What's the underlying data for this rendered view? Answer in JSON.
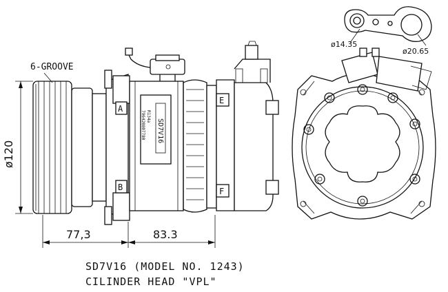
{
  "labels": {
    "groove": "6-GROOVE",
    "diameter": "ø120",
    "dim_left": "77,3",
    "dim_right": "83.3",
    "port_small": "ø14.35",
    "port_large": "ø20.65",
    "plate_model": "SD7V16",
    "plate_refrigerant": "R134a",
    "plate_number": "796420807780",
    "port_a": "A",
    "port_b": "B",
    "port_e": "E",
    "port_f": "F"
  },
  "caption": {
    "line1": "SD7V16 (MODEL NO. 1243)",
    "line2": "CILINDER HEAD \"VPL\""
  }
}
